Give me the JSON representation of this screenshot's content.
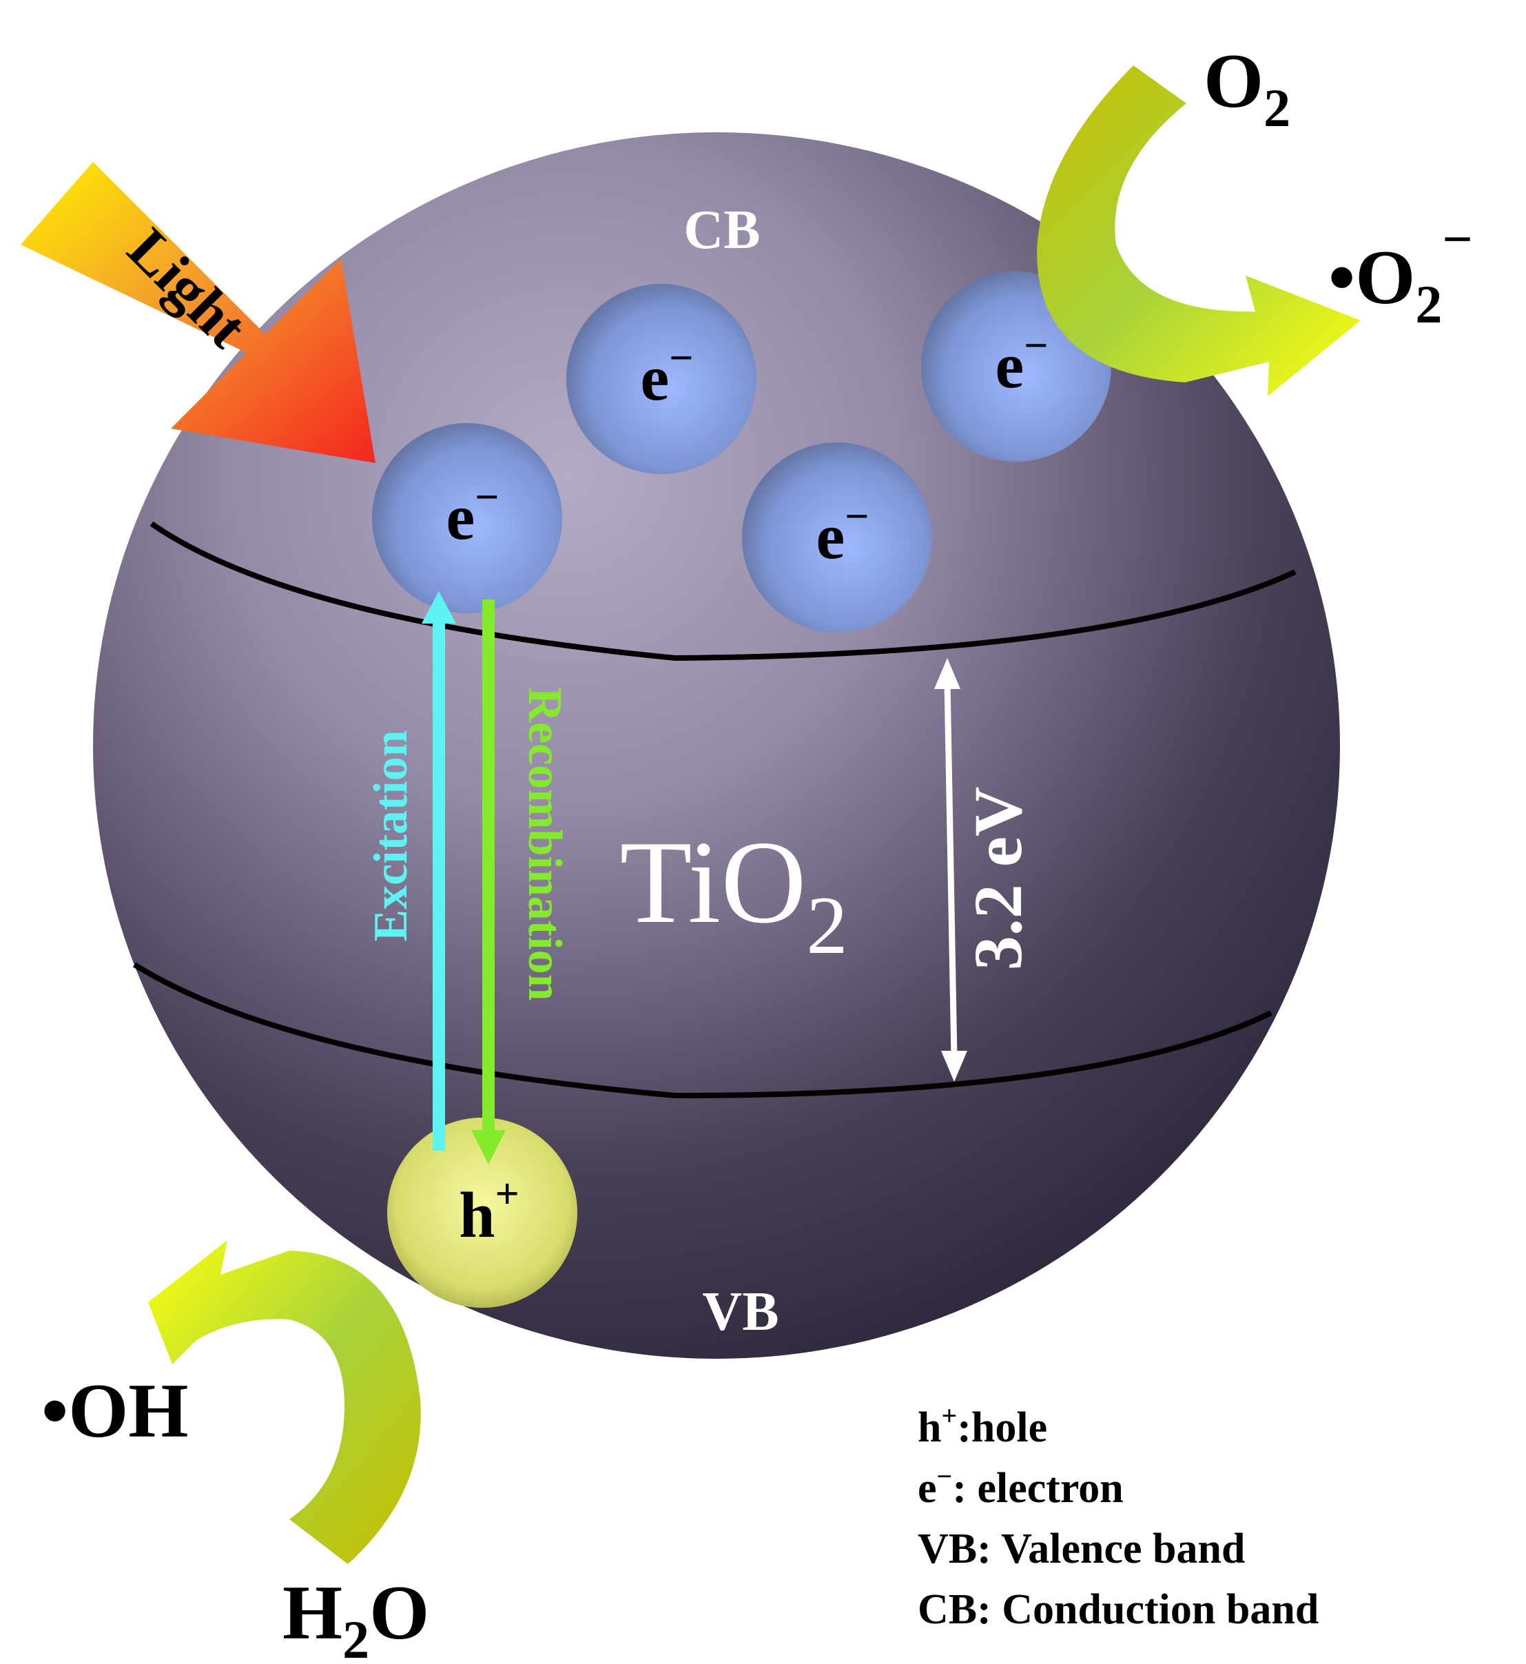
{
  "labels": {
    "light": "Light",
    "cb": "CB",
    "vb": "VB",
    "material_main": "TiO",
    "material_sub": "2",
    "electron_base": "e",
    "electron_sup": "−",
    "hole_base": "h",
    "hole_sup": "+",
    "excitation": "Excitation",
    "recombination": "Recombination",
    "band_gap": "3.2 eV"
  },
  "species": {
    "o2_main": "O",
    "o2_sub": "2",
    "superoxide_main": "•O",
    "superoxide_sub": "2",
    "superoxide_sup": "−",
    "oh": "•OH",
    "h2o_h": "H",
    "h2o_sub": "2",
    "h2o_o": "O"
  },
  "legend": [
    {
      "term": "h",
      "sup": "+",
      "text": ":hole"
    },
    {
      "term": "e",
      "sup": "−",
      "text": ": electron"
    },
    {
      "term": "VB",
      "sup": "",
      "text": ": Valence band"
    },
    {
      "term": "CB",
      "sup": "",
      "text": ": Conduction band"
    }
  ],
  "colors": {
    "excitation": "#5ef2f2",
    "recombination": "#86ea2c",
    "electron": "#8fa8ec",
    "hole": "#e6ea7c",
    "sphere_light": "#b3a8c4",
    "sphere_dark": "#332b42",
    "text_light": "#ffffff",
    "text_dark": "#000000"
  }
}
